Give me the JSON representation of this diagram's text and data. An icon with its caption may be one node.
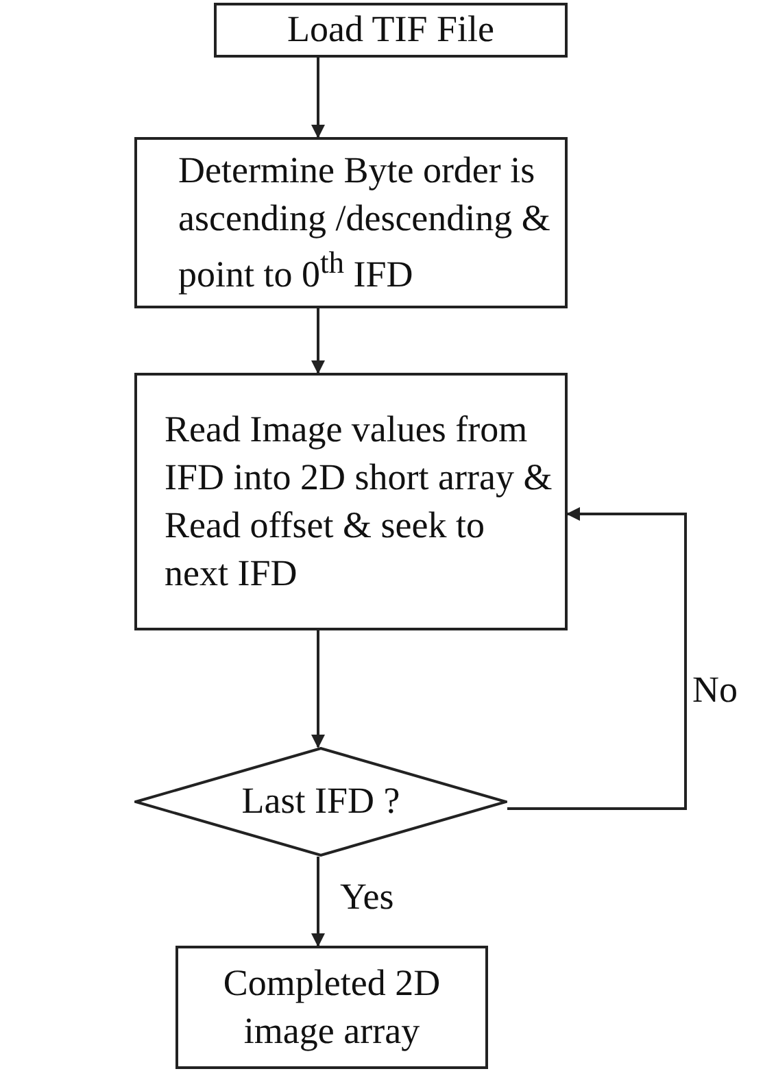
{
  "diagram": {
    "nodes": [
      {
        "text": [
          "Load TIF File"
        ]
      },
      {
        "text": [
          "Determine Byte order is ascending /descending & point to 0$^{th}$ IFD"
        ]
      },
      {
        "text": [
          "Read  Image values from IFD into 2D short array & Read offset & seek to next IFD"
        ]
      },
      {
        "text": [
          "Last IFD ?"
        ]
      },
      {
        "text": [
          "Completed 2D image array"
        ]
      }
    ],
    "edges": [
      {
        "from": 0,
        "to": 1,
        "arrow": "to"
      },
      {
        "from": 1,
        "to": 2,
        "arrow": "to"
      },
      {
        "from": 2,
        "to": 3,
        "arrow": "to"
      },
      {
        "from": 3,
        "to": 2,
        "arrow": "to",
        "label": "No"
      },
      {
        "from": 3,
        "to": 4,
        "arrow": "to",
        "label": "Yes"
      }
    ]
  }
}
